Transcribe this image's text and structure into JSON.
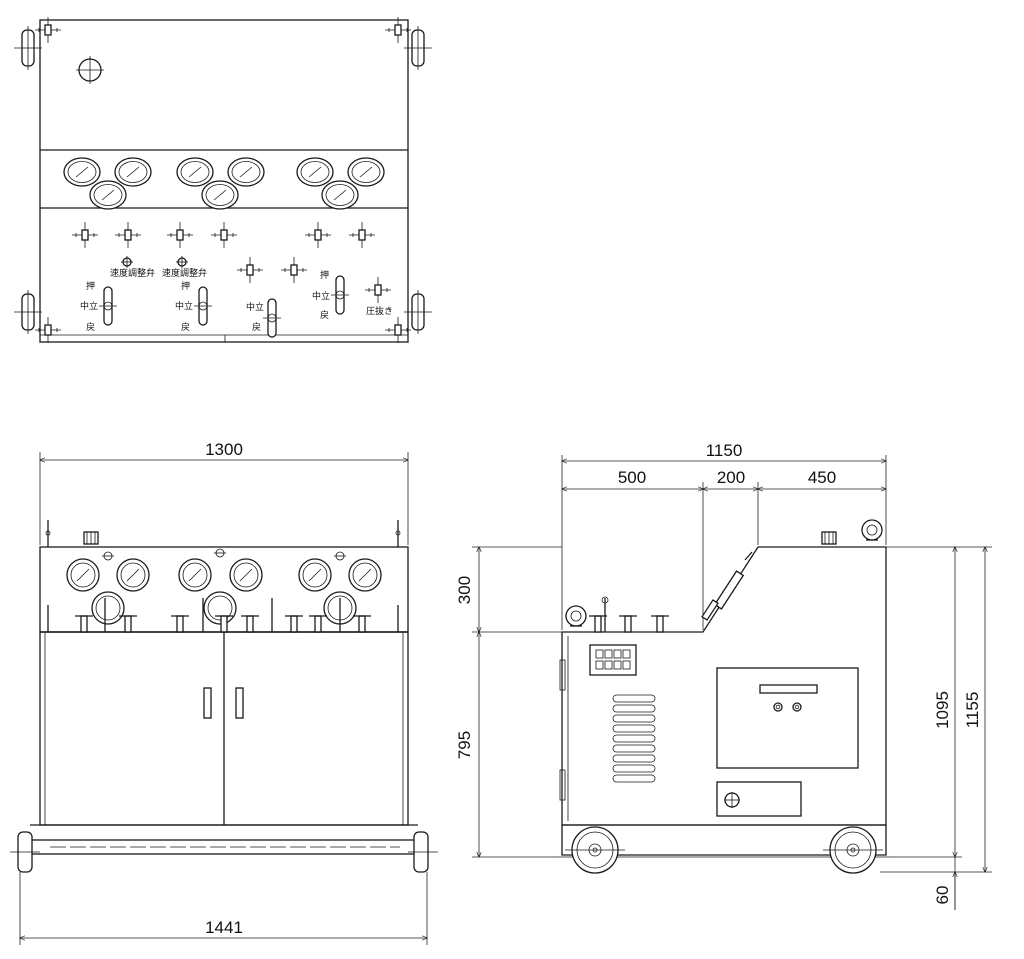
{
  "top_view": {
    "valve_label_1": "速度調整弁",
    "valve_label_2": "速度調整弁",
    "lever_push": "押",
    "lever_neutral": "中立",
    "lever_return": "戻",
    "pressure_release": "圧抜き"
  },
  "front_view": {
    "width_dim": "1300",
    "overall_dim": "1441"
  },
  "side_view": {
    "total_dim": "1150",
    "seg_a": "500",
    "seg_b": "200",
    "seg_c": "450",
    "upper_height": "300",
    "lower_height": "795",
    "body_height": "1095",
    "overall_height": "1155",
    "wheel_offset": "60"
  }
}
